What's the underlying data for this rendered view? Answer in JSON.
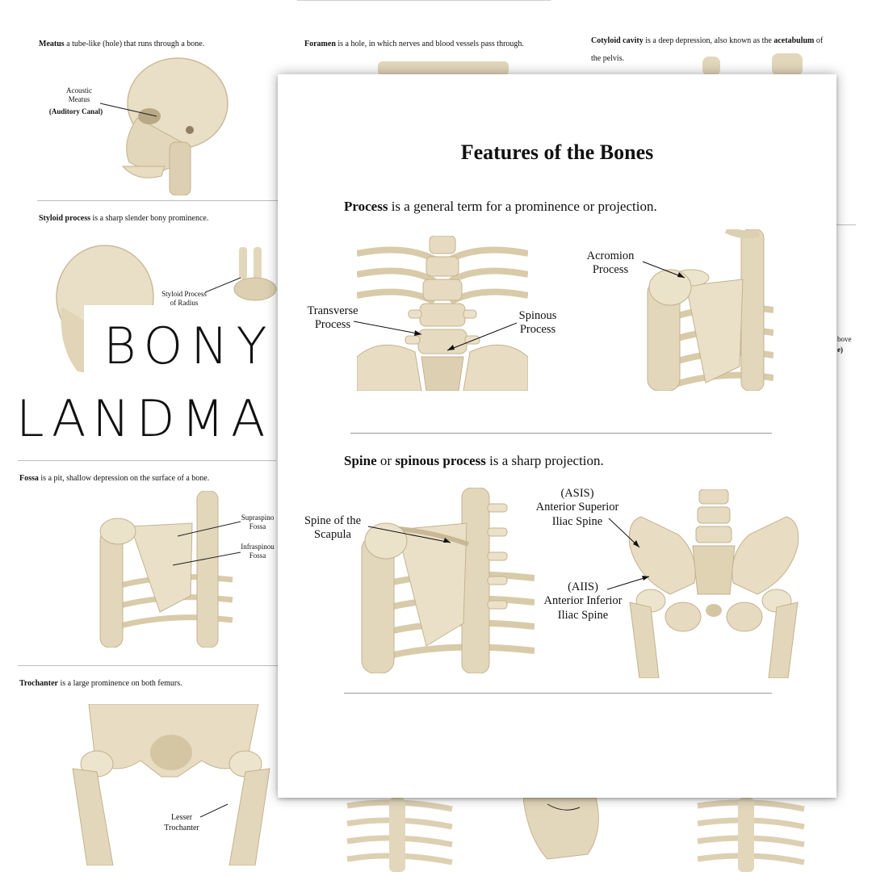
{
  "colors": {
    "bone": "#e7dcc2",
    "bone_shadow": "#c9b896",
    "rule": "#bdbdbd"
  },
  "background_pages": {
    "meatus": {
      "term": "Meatus",
      "text": " a tube-like (hole) that runs through a bone.",
      "label_1": "Acoustic",
      "label_2": "Meatus",
      "label_3": "(Auditory Canal)"
    },
    "foramen": {
      "term": "Foramen",
      "text": " is a hole, in which nerves and blood vessels pass through."
    },
    "cotyloid": {
      "term": "Cotyloid cavity",
      "text_1": " is a deep depression, also known as the ",
      "term_2": "acetabulum",
      "text_2": " of",
      "line_2": "the pelvis."
    },
    "styloid": {
      "term": "Styloid process",
      "text": " is a sharp slender bony prominence.",
      "label_1": "Styloid Process",
      "label_2": "of Radius"
    },
    "fossa": {
      "term": "Fossa",
      "text": " is a pit, shallow depression on the surface of a bone.",
      "label_1": "Supraspino",
      "label_2": "Fossa",
      "label_3": "Infraspinou",
      "label_4": "Fossa"
    },
    "trochanter": {
      "term": "Trochanter",
      "text": " is a large prominence on both femurs.",
      "label_1": "Lesser",
      "label_2": "Trochanter"
    },
    "right_fragment": {
      "line_1": "bove",
      "line_2": "e)"
    }
  },
  "overlay": {
    "line_1": "BONY",
    "line_2": "LANDMARKS"
  },
  "front_page": {
    "title": "Features of the Bones",
    "process": {
      "term": "Process",
      "definition": " is a general term for a prominence or projection.",
      "label_transverse_1": "Transverse",
      "label_transverse_2": "Process",
      "label_spinous_1": "Spinous",
      "label_spinous_2": "Process",
      "label_acromion_1": "Acromion",
      "label_acromion_2": "Process"
    },
    "spine": {
      "term": "Spine",
      "connector": " or ",
      "term_2": "spinous process",
      "definition": " is a sharp projection.",
      "label_scapula_1": "Spine of the",
      "label_scapula_2": "Scapula",
      "label_asis_1": "(ASIS)",
      "label_asis_2": "Anterior Superior",
      "label_asis_3": "Iliac Spine",
      "label_aiis_1": "(AIIS)",
      "label_aiis_2": "Anterior Inferior",
      "label_aiis_3": "Iliac Spine"
    }
  }
}
